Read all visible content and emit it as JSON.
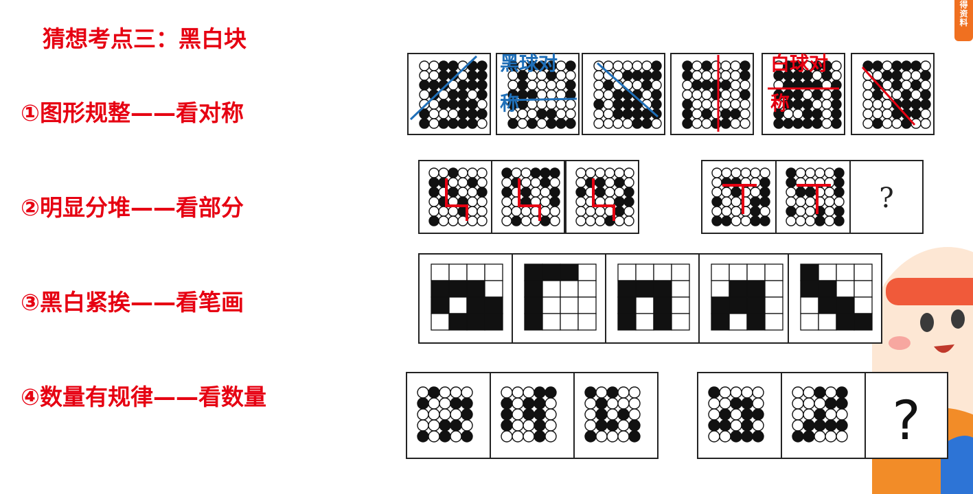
{
  "title": "猜想考点三：黑白块",
  "points": [
    {
      "label": "①图形规整——看对称"
    },
    {
      "label": "②明显分堆——看部分"
    },
    {
      "label": "③黑白紧挨——看笔画"
    },
    {
      "label": "④数量有规律——看数量"
    }
  ],
  "annotations": {
    "black_sym_top": "黑球对",
    "black_sym_bottom": "称",
    "white_sym_top": "白球对",
    "white_sym_bottom": "称"
  },
  "question_mark": "?",
  "badge_text": "得\n资\n料",
  "colors": {
    "accent": "#e60012",
    "blue": "#1f6fb8",
    "badge": "#f07020"
  }
}
